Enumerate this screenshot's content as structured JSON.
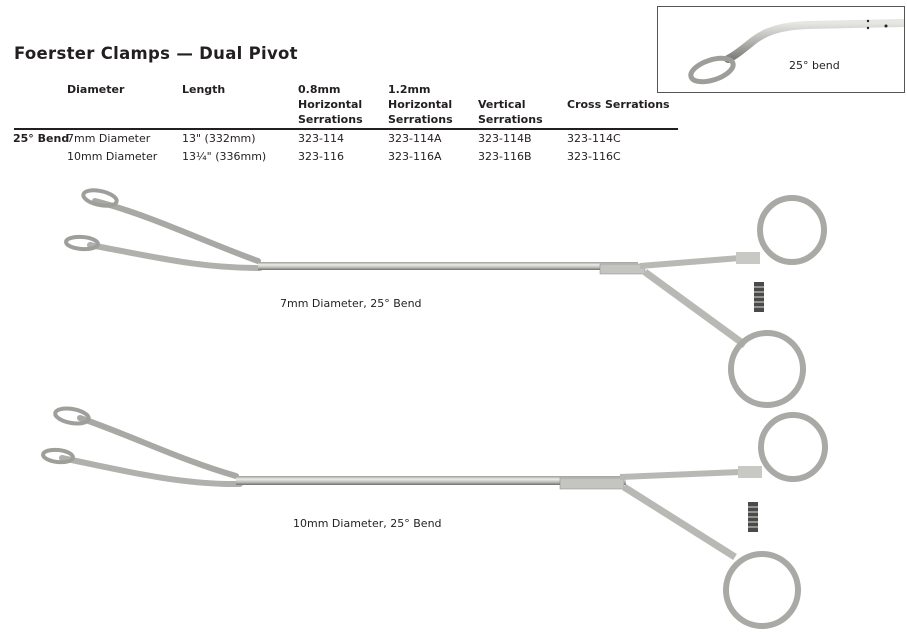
{
  "title": "Foerster Clamps — Dual Pivot",
  "table": {
    "headers": {
      "diameter": "Diameter",
      "length": "Length",
      "h08": [
        "0.8mm",
        "Horizontal",
        "Serrations"
      ],
      "h12": [
        "1.2mm",
        "Horizontal",
        "Serrations"
      ],
      "vertical": [
        "Vertical",
        "Serrations"
      ],
      "cross": "Cross Serrations"
    },
    "group_label": "25° Bend",
    "rows": [
      {
        "diameter": "7mm Diameter",
        "length": "13\" (332mm)",
        "h08": "323-114",
        "h12": "323-114A",
        "vertical": "323-114B",
        "cross": "323-114C"
      },
      {
        "diameter": "10mm Diameter",
        "length": "13¼\" (336mm)",
        "h08": "323-116",
        "h12": "323-116A",
        "vertical": "323-116B",
        "cross": "323-116C"
      }
    ]
  },
  "inset": {
    "label": "25° bend"
  },
  "figures": [
    {
      "caption": "7mm Diameter, 25° Bend"
    },
    {
      "caption": "10mm Diameter, 25° Bend"
    }
  ],
  "colors": {
    "text": "#231f20",
    "steel_light": "#d9d9d6",
    "steel_mid": "#a8a8a4",
    "steel_dark": "#6e6e6a"
  }
}
